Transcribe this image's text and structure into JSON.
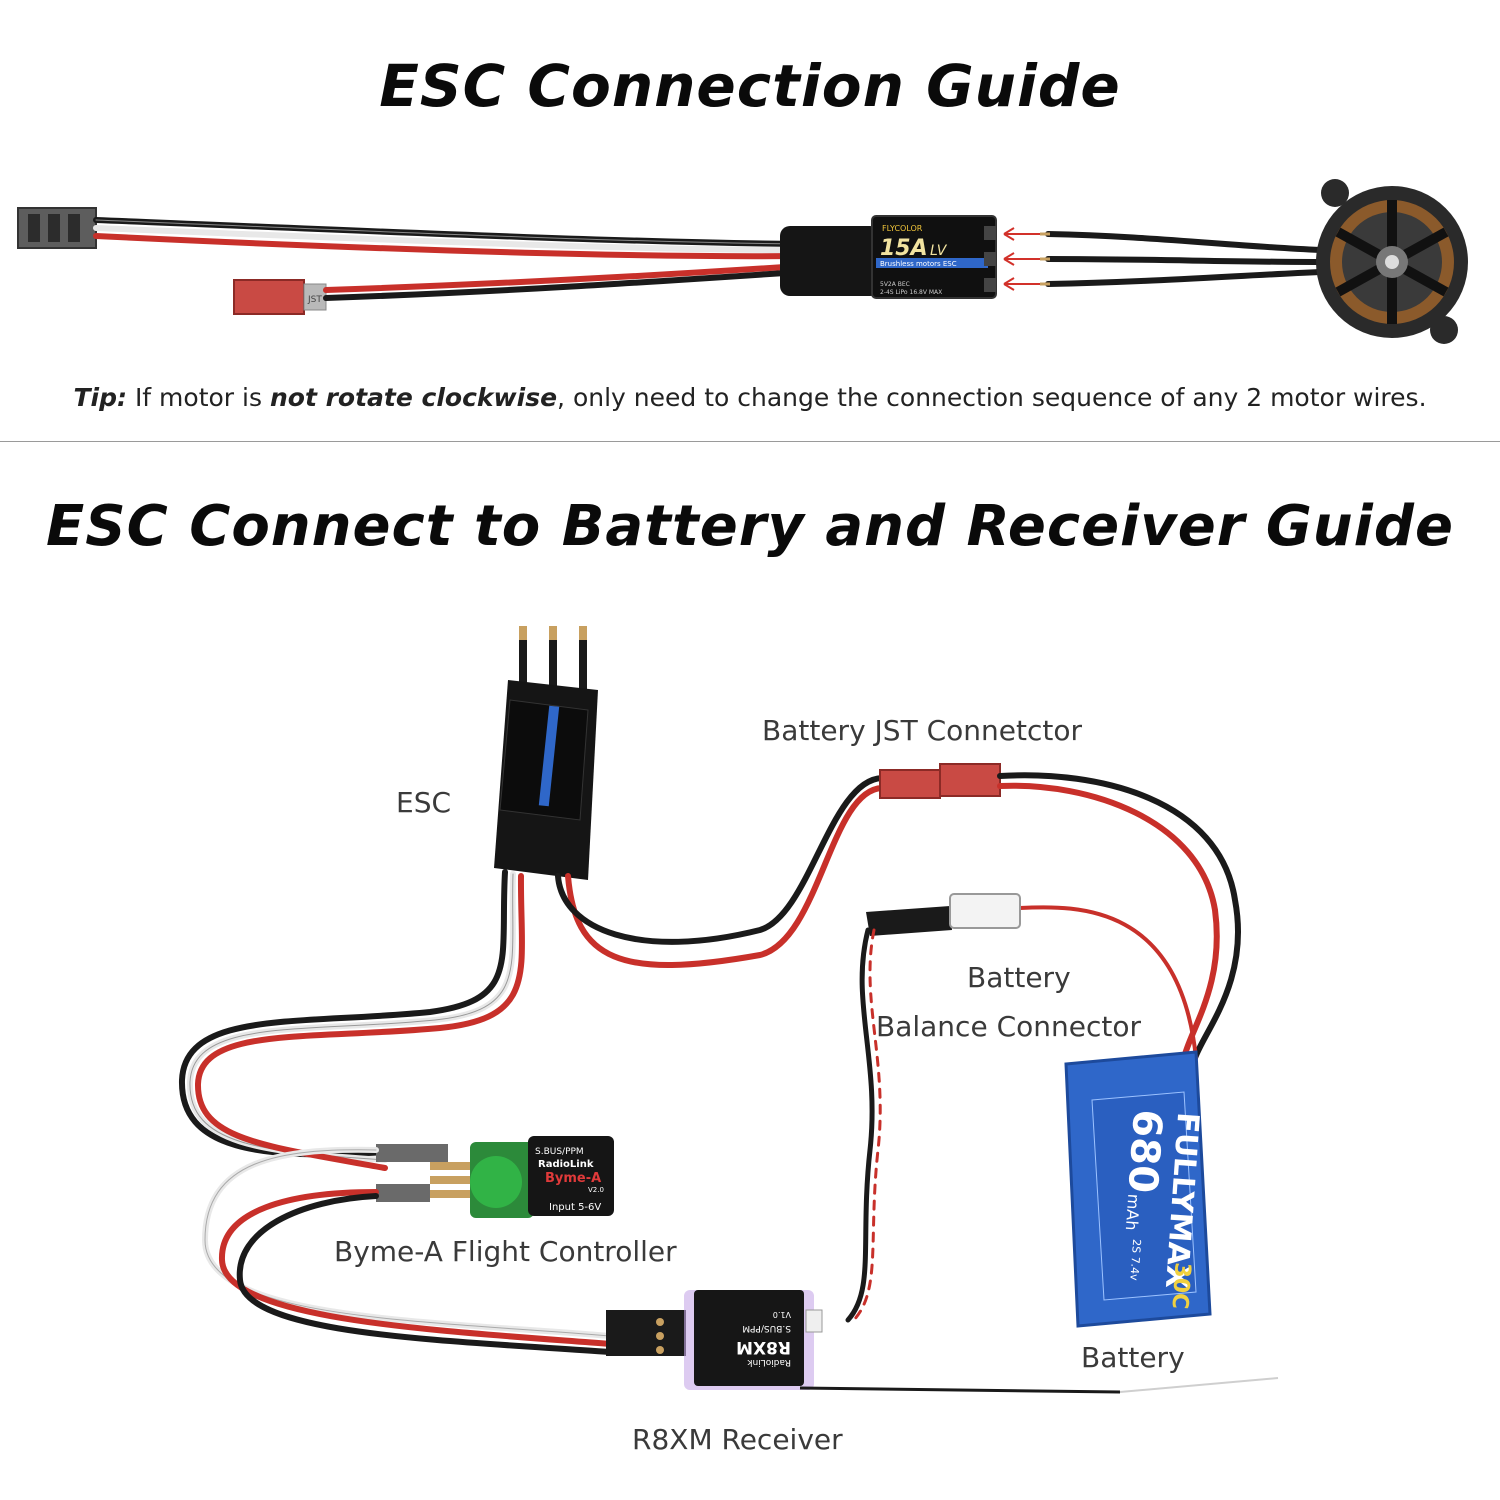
{
  "section1": {
    "title": "ESC Connection Guide",
    "tip_label": "Tip:",
    "tip_text_1": "If motor is",
    "tip_emphasis": "not rotate clockwise",
    "tip_text_2": ", only need to change the connection sequence of any 2 motor wires.",
    "esc_brand": "FLYCOLOR",
    "esc_model": "15A",
    "esc_model_suffix": "LV",
    "esc_subtitle": "Brushless motors ESC",
    "esc_spec": "2-4S LiPo 16.8V MAX",
    "esc_bec": "5V2A BEC",
    "connector_mark": "JST"
  },
  "section2": {
    "title": "ESC Connect to Battery and Receiver Guide",
    "labels": {
      "esc": "ESC",
      "battery_jst": "Battery JST Connetctor",
      "battery_balance_1": "Battery",
      "battery_balance_2": "Balance Connector",
      "flight_controller": "Byme-A Flight Controller",
      "battery": "Battery",
      "receiver": "R8XM Receiver"
    },
    "battery_pack": {
      "brand": "FULLYMAX",
      "capacity": "680",
      "unit": "mAh",
      "rating": "30C",
      "cells": "2S 7.4v"
    },
    "flight_controller_board": {
      "brand": "RadioLink",
      "model": "Byme-A",
      "mode": "S.BUS/PPM",
      "input": "Input 5-6V",
      "version": "V2.0"
    },
    "receiver_board": {
      "brand": "RadioLink",
      "model": "R8XM",
      "mode": "S.BUS/PPM",
      "version": "V1.0"
    }
  },
  "colors": {
    "wire_red": "#c8302a",
    "wire_black": "#1a1a1a",
    "wire_white": "#e8e8e8",
    "wire_grey": "#888888",
    "esc_body": "#151515",
    "battery_blue": "#2f67c9",
    "connector_red": "#c94a44",
    "arrow_red": "#d2312a"
  }
}
